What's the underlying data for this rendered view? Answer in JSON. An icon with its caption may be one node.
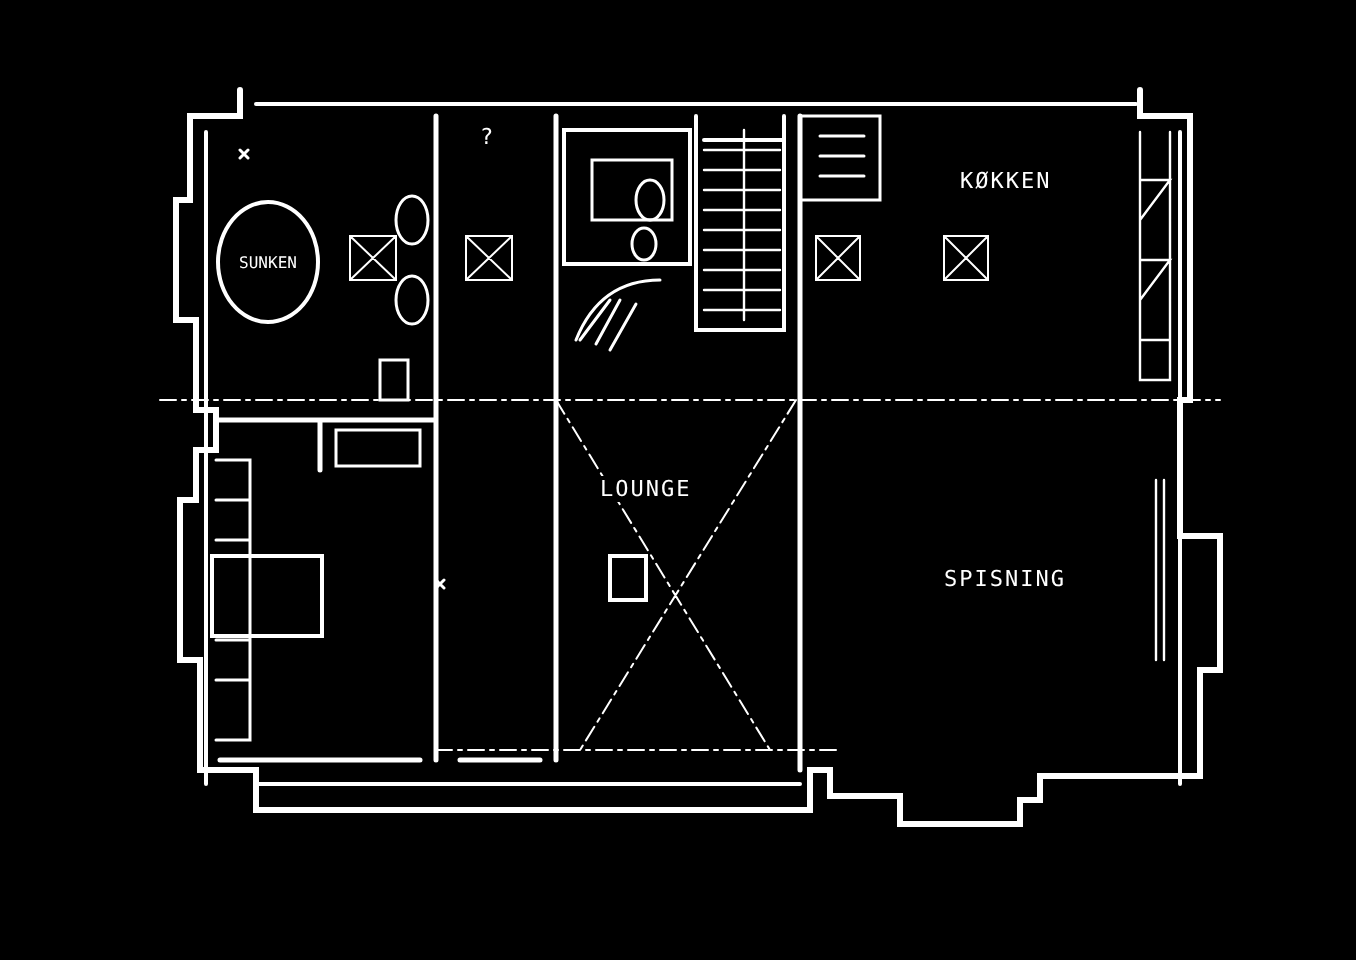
{
  "diagram": {
    "nodes": [
      {
        "text": [
          "SUNKEN"
        ]
      }
    ],
    "labels": [
      "?",
      "KØKKEN",
      "LOUNGE",
      "SPISNING"
    ]
  }
}
